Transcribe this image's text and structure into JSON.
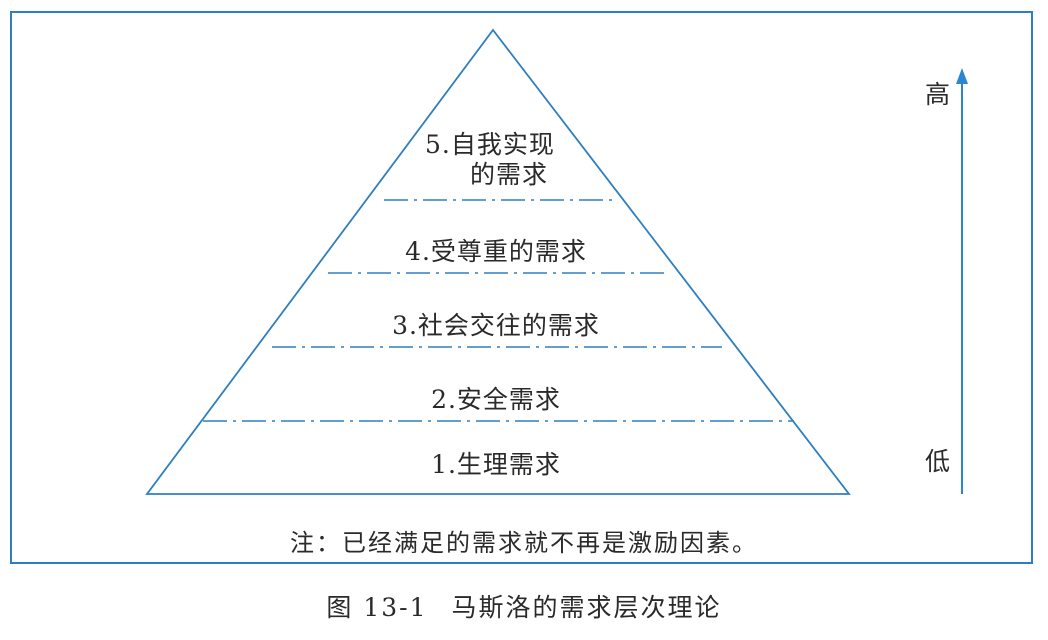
{
  "diagram": {
    "type": "pyramid",
    "levels": [
      {
        "rank": 1,
        "label": "1.生理需求"
      },
      {
        "rank": 2,
        "label": "2.安全需求"
      },
      {
        "rank": 3,
        "label": "3.社会交往的需求"
      },
      {
        "rank": 4,
        "label": "4.受尊重的需求"
      },
      {
        "rank": 5,
        "label_line1": "5.自我实现",
        "label_line2": "的需求"
      }
    ],
    "axis": {
      "high_label": "高",
      "low_label": "低",
      "direction": "up"
    },
    "note": "注：已经满足的需求就不再是激励因素。",
    "caption": {
      "figure_number": "图 13-1",
      "title": "马斯洛的需求层次理论"
    },
    "colors": {
      "line": "#2e7fc0",
      "arrow": "#2a86d0",
      "text": "#2a2a2a"
    }
  }
}
